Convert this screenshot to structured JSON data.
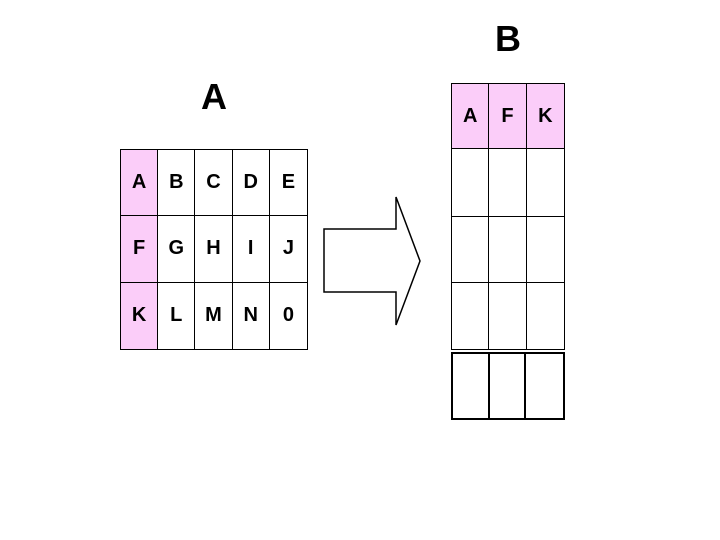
{
  "colors": {
    "highlight_pink": "#fbcdf9",
    "border_black": "#000000",
    "background_white": "#ffffff"
  },
  "table_a": {
    "title": "A",
    "rows": [
      [
        "A",
        "B",
        "C",
        "D",
        "E"
      ],
      [
        "F",
        "G",
        "H",
        "I",
        "J"
      ],
      [
        "K",
        "L",
        "M",
        "N",
        "0"
      ]
    ],
    "highlighted_column_index": 0
  },
  "arrow": {
    "direction": "right",
    "style": "outlined-block-arrow"
  },
  "table_b": {
    "title": "B",
    "header": [
      "A",
      "F",
      "K"
    ],
    "empty_body_rows": 3,
    "detached_row_cells": 3
  }
}
